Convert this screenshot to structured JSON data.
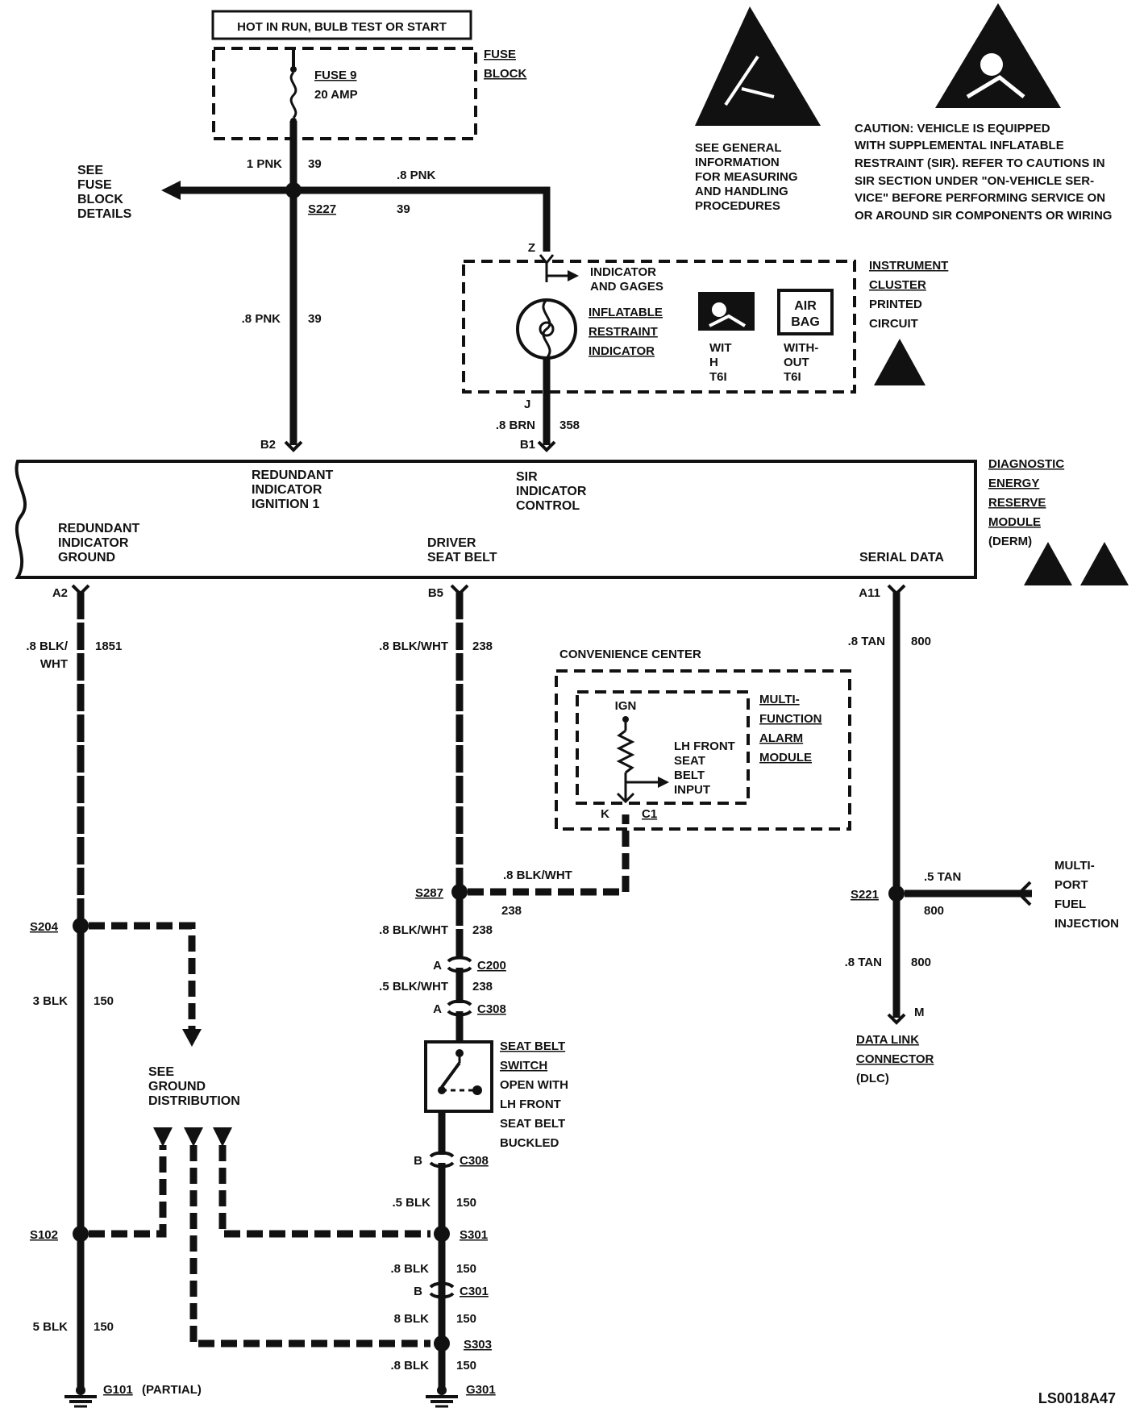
{
  "header": {
    "power_label": "HOT IN RUN, BULB TEST OR START"
  },
  "fuse_block": {
    "title_line1": "FUSE",
    "title_line2": "BLOCK",
    "fuse_name": "FUSE 9",
    "fuse_rating": "20 AMP"
  },
  "fuse_details": {
    "line1": "SEE",
    "line2": "FUSE",
    "line3": "BLOCK",
    "line4": "DETAILS"
  },
  "wires": {
    "w_1pnk": "1 PNK",
    "c_39a": "39",
    "w_8pnk_right": ".8 PNK",
    "c_39b": "39",
    "w_8pnk_down": ".8 PNK",
    "c_39c": "39",
    "w_8brn": ".8 BRN",
    "c_358": "358",
    "w_blkwht_1851_a": ".8 BLK/",
    "w_blkwht_1851_b": "WHT",
    "c_1851": "1851",
    "w_blkwht_238a": ".8 BLK/WHT",
    "c_238a": "238",
    "w_blkwht_238b": ".8 BLK/WHT",
    "c_238b": "238",
    "w_blkwht_238c": ".8 BLK/WHT",
    "c_238c": "238",
    "w_5blkwht": ".5 BLK/WHT",
    "c_238d": "238",
    "w_8tan_a": ".8 TAN",
    "c_800a": "800",
    "w_5tan": ".5 TAN",
    "c_800b": "800",
    "w_8tan_b": ".8 TAN",
    "c_800c": "800",
    "w_3blk": "3 BLK",
    "c_150a": "150",
    "w_5blk_a": "5 BLK",
    "c_150b": "150",
    "w_5blk_b": ".5 BLK",
    "c_150c": "150",
    "w_8blk_a": ".8 BLK",
    "c_150d": "150",
    "w_8blk_b": "8 BLK",
    "c_150e": "150",
    "w_8blk_c": ".8 BLK",
    "c_150f": "150"
  },
  "splices": {
    "s227": "S227",
    "s287": "S287",
    "s221": "S221",
    "s204": "S204",
    "s102": "S102",
    "s301": "S301",
    "s303": "S303"
  },
  "connectors": {
    "z": "Z",
    "j": "J",
    "b2": "B2",
    "b1": "B1",
    "a2": "A2",
    "b5": "B5",
    "a11": "A11",
    "k": "K",
    "c1": "C1",
    "a_c200": "A",
    "c200": "C200",
    "a_c308": "A",
    "c308a": "C308",
    "b_c308": "B",
    "c308b": "C308",
    "b_c301": "B",
    "c301": "C301",
    "m": "M"
  },
  "caution": {
    "esd_l1": "SEE GENERAL",
    "esd_l2": "INFORMATION",
    "esd_l3": "FOR MEASURING",
    "esd_l4": "AND HANDLING",
    "esd_l5": "PROCEDURES",
    "sir_l1": "CAUTION: VEHICLE IS EQUIPPED",
    "sir_l2": "WITH SUPPLEMENTAL INFLATABLE",
    "sir_l3": "RESTRAINT (SIR). REFER TO CAUTIONS IN",
    "sir_l4": "SIR SECTION UNDER \"ON-VEHICLE SER-",
    "sir_l5": "VICE\" BEFORE PERFORMING SERVICE ON",
    "sir_l6": "OR AROUND SIR COMPONENTS OR WIRING"
  },
  "cluster": {
    "title_l1": "INSTRUMENT",
    "title_l2": "CLUSTER",
    "title_l3": "PRINTED",
    "title_l4": "CIRCUIT",
    "ind_gages_l1": "INDICATOR",
    "ind_gages_l2": "AND GAGES",
    "sir_ind_l1": "INFLATABLE",
    "sir_ind_l2": "RESTRAINT",
    "sir_ind_l3": "INDICATOR",
    "with_l1": "WIT",
    "with_l2": "H",
    "with_l3": "T6I",
    "airbag_l1": "AIR",
    "airbag_l2": "BAG",
    "without_l1": "WITH-",
    "without_l2": "OUT",
    "without_l3": "T6I"
  },
  "derm": {
    "title_l1": "DIAGNOSTIC",
    "title_l2": "ENERGY",
    "title_l3": "RESERVE",
    "title_l4": "MODULE",
    "title_l5": "(DERM)",
    "red_ign_l1": "REDUNDANT",
    "red_ign_l2": "INDICATOR",
    "red_ign_l3": "IGNITION 1",
    "sir_ctrl_l1": "SIR",
    "sir_ctrl_l2": "INDICATOR",
    "sir_ctrl_l3": "CONTROL",
    "red_gnd_l1": "REDUNDANT",
    "red_gnd_l2": "INDICATOR",
    "red_gnd_l3": "GROUND",
    "driver_l1": "DRIVER",
    "driver_l2": "SEAT BELT",
    "serial": "SERIAL DATA"
  },
  "convenience": {
    "title": "CONVENIENCE CENTER",
    "ign": "IGN",
    "lh_l1": "LH FRONT",
    "lh_l2": "SEAT",
    "lh_l3": "BELT",
    "lh_l4": "INPUT",
    "mfa_l1": "MULTI-",
    "mfa_l2": "FUNCTION",
    "mfa_l3": "ALARM",
    "mfa_l4": "MODULE"
  },
  "mpfi": {
    "l1": "MULTI-",
    "l2": "PORT",
    "l3": "FUEL",
    "l4": "INJECTION"
  },
  "dlc": {
    "l1": "DATA LINK",
    "l2": "CONNECTOR",
    "l3": "(DLC)"
  },
  "ground_dist": {
    "l1": "SEE",
    "l2": "GROUND",
    "l3": "DISTRIBUTION"
  },
  "seat_switch": {
    "l1": "SEAT BELT",
    "l2": "SWITCH",
    "l3": "OPEN WITH",
    "l4": "LH FRONT",
    "l5": "SEAT BELT",
    "l6": "BUCKLED"
  },
  "grounds": {
    "g101": "G101",
    "g101_note": "(PARTIAL)",
    "g301": "G301"
  },
  "figure_id": "LS0018A47",
  "icons": [
    "esd-warning-icon",
    "sir-warning-icon",
    "airbag-icon",
    "ground-icon"
  ]
}
